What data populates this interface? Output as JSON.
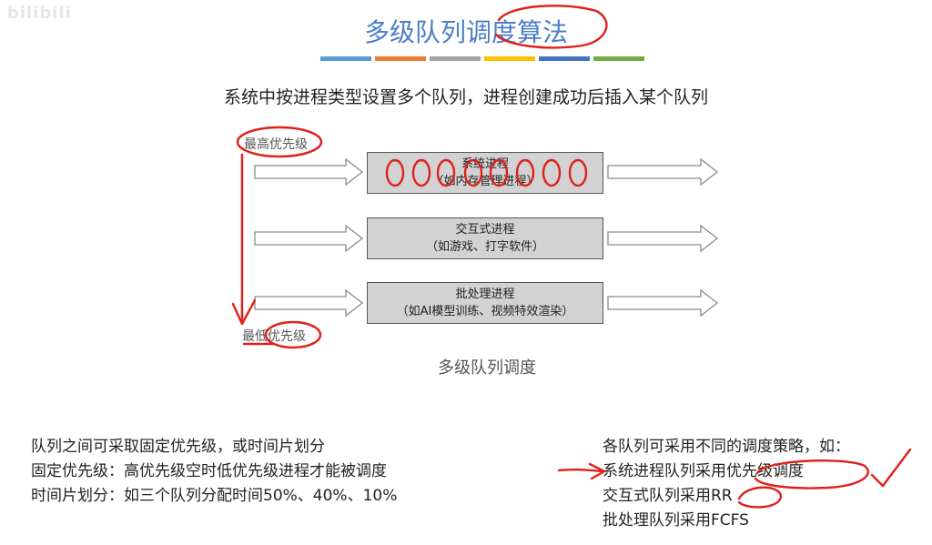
{
  "watermark": "bilibili",
  "title": "多级队列调度算法",
  "title_color": "#4a7ec6",
  "color_bars": [
    "#5b9bd5",
    "#ed7d31",
    "#a5a5a5",
    "#ffc000",
    "#4472c4",
    "#70ad47"
  ],
  "subtitle": "系统中按进程类型设置多个队列，进程创建成功后插入某个队列",
  "diagram": {
    "top_label": "最高优先级",
    "bottom_label": "最低优先级",
    "caption": "多级队列调度",
    "queues": [
      {
        "name": "系统进程",
        "detail": "（如内存管理进程）"
      },
      {
        "name": "交互式进程",
        "detail": "（如游戏、打字软件）"
      },
      {
        "name": "批处理进程",
        "detail": "（如AI模型训练、视频特效渲染）"
      }
    ]
  },
  "left_notes": [
    "队列之间可采取固定优先级，或时间片划分",
    "固定优先级：高优先级空时低优先级进程才能被调度",
    "时间片划分：如三个队列分配时间50%、40%、10%"
  ],
  "right_notes": [
    "各队列可采用不同的调度策略，如：",
    "系统进程队列采用优先级调度",
    "交互式队列采用RR",
    "批处理队列采用FCFS"
  ],
  "annotation_color": "#e0201b"
}
